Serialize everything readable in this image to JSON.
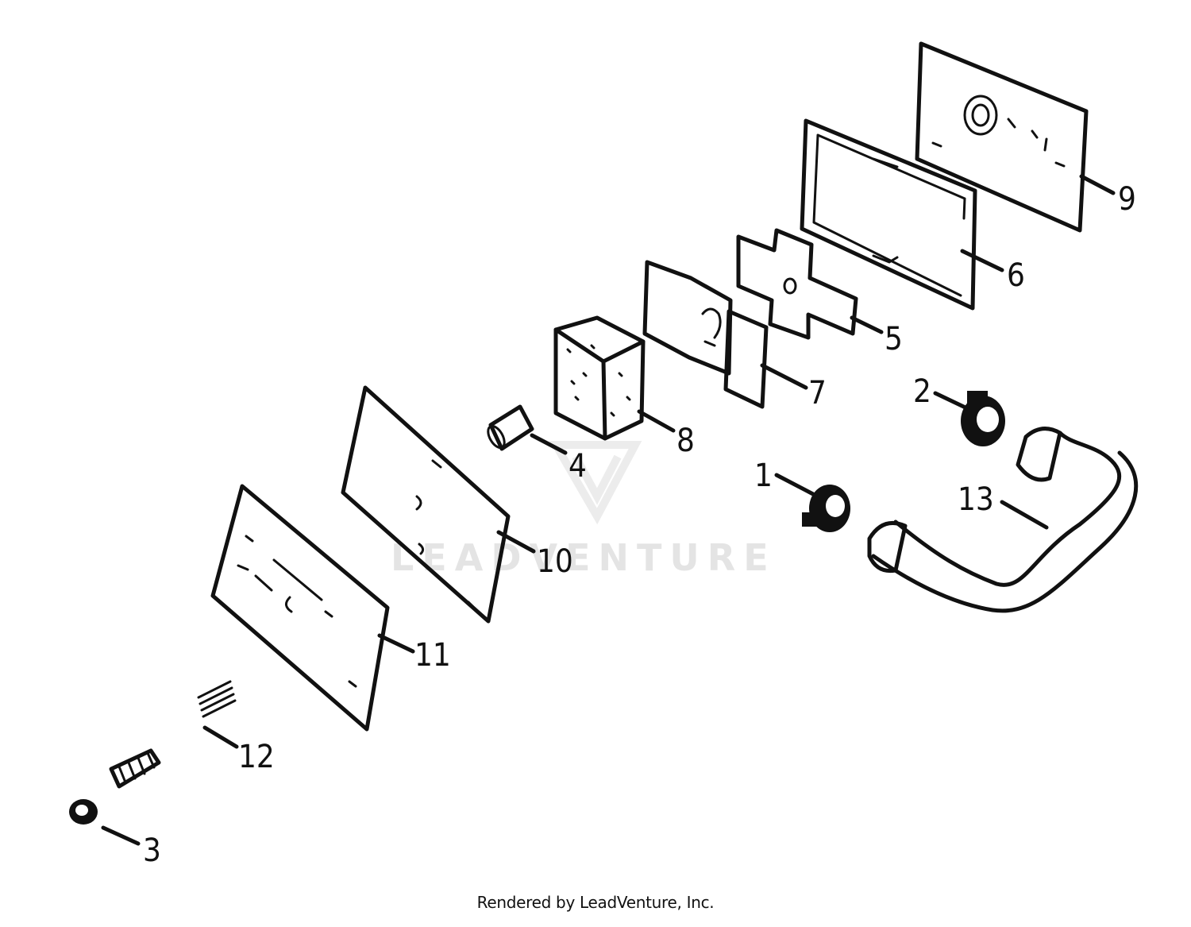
{
  "diagram": {
    "callouts": [
      {
        "id": "1",
        "label": "1"
      },
      {
        "id": "2",
        "label": "2"
      },
      {
        "id": "3",
        "label": "3"
      },
      {
        "id": "4",
        "label": "4"
      },
      {
        "id": "5",
        "label": "5"
      },
      {
        "id": "6",
        "label": "6"
      },
      {
        "id": "7",
        "label": "7"
      },
      {
        "id": "8",
        "label": "8"
      },
      {
        "id": "9",
        "label": "9"
      },
      {
        "id": "10",
        "label": "10"
      },
      {
        "id": "11",
        "label": "11"
      },
      {
        "id": "12",
        "label": "12"
      },
      {
        "id": "13",
        "label": "13"
      }
    ],
    "watermark": "LEADVENTURE"
  },
  "footer": {
    "credit": "Rendered by LeadVenture, Inc."
  }
}
